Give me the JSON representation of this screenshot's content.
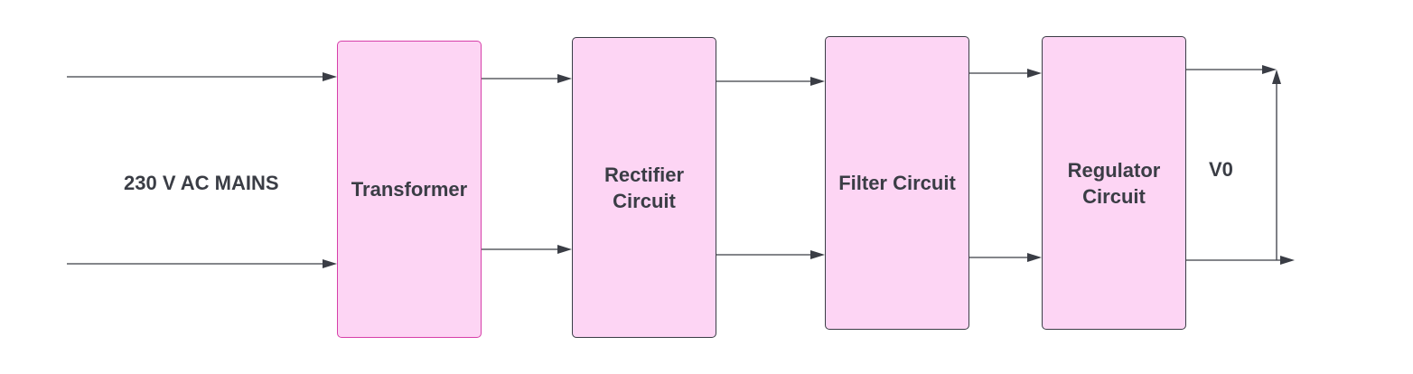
{
  "input_label": "230 V AC MAINS",
  "output_label": "V0",
  "blocks": [
    {
      "id": "transformer",
      "label": "Transformer"
    },
    {
      "id": "rectifier",
      "label": "Rectifier Circuit"
    },
    {
      "id": "filter",
      "label": "Filter Circuit"
    },
    {
      "id": "regulator",
      "label": "Regulator Circuit"
    }
  ],
  "colors": {
    "block_fill": "#fdd5f4",
    "block_border": "#3a3d45",
    "transformer_border": "#d63fa9",
    "line": "#3a3d45",
    "text": "#3a3d45"
  }
}
